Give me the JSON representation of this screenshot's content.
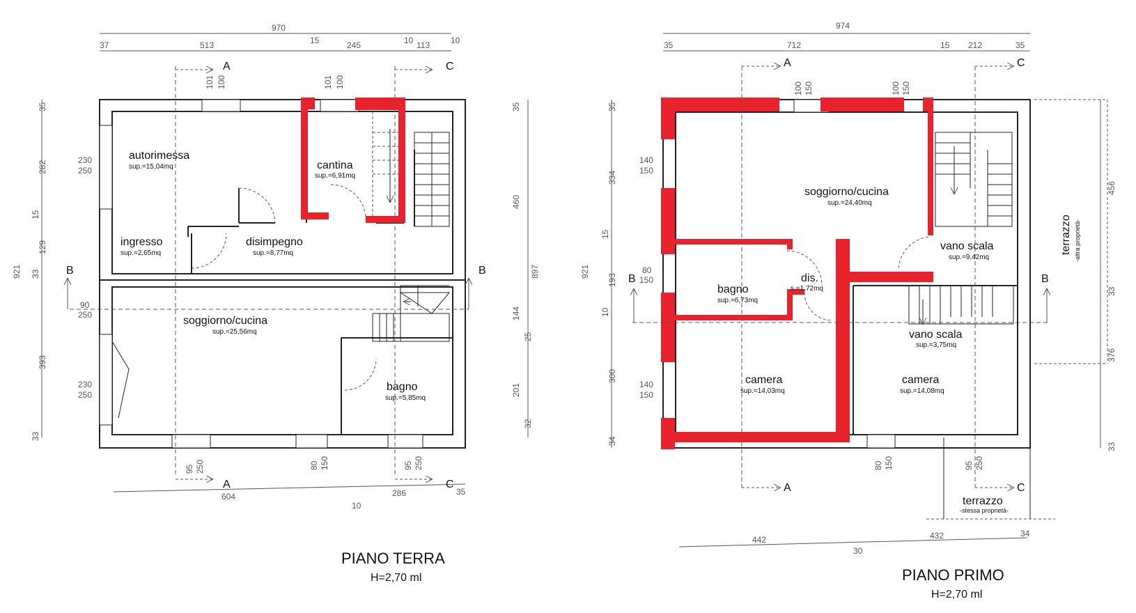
{
  "colors": {
    "wall": "#222222",
    "demolition": "#e8232b",
    "dim": "#555555"
  },
  "ground": {
    "title": "PIANO TERRA",
    "height": "H=2,70 ml",
    "rooms": [
      {
        "name": "autorimessa",
        "area": "sup.=15,04mq"
      },
      {
        "name": "cantina",
        "area": "sup.=6,91mq"
      },
      {
        "name": "ingresso",
        "area": "sup.=2,65mq"
      },
      {
        "name": "disimpegno",
        "area": "sup.=8,77mq"
      },
      {
        "name": "soggiorno/cucina",
        "area": "sup.=25,56mq"
      },
      {
        "name": "bagno",
        "area": "sup.=5,85mq"
      }
    ],
    "dims_top": [
      "970",
      "37",
      "513",
      "15",
      "245",
      "10",
      "113",
      "10"
    ],
    "dims_window": [
      "101",
      "100",
      "101",
      "100"
    ],
    "dims_left": [
      "921",
      "35",
      "282",
      "15",
      "129",
      "33",
      "393",
      "33"
    ],
    "dims_right": [
      "35",
      "460",
      "897",
      "144",
      "25",
      "201",
      "32"
    ],
    "dims_side": [
      "230",
      "250",
      "90",
      "250",
      "230",
      "250"
    ],
    "dims_bottom": [
      "95",
      "250",
      "80",
      "150",
      "95",
      "250",
      "604",
      "286",
      "35",
      "10"
    ],
    "sections": [
      "A",
      "C",
      "B",
      "B",
      "A",
      "C"
    ]
  },
  "first": {
    "title": "PIANO PRIMO",
    "height": "H=2,70 ml",
    "rooms": [
      {
        "name": "soggiorno/cucina",
        "area": "sup.=24,40mq"
      },
      {
        "name": "vano scala",
        "area": "sup.=9,42mq"
      },
      {
        "name": "bagno",
        "area": "sup.=6,73mq"
      },
      {
        "name": "dis.",
        "area": "s.=1,72mq"
      },
      {
        "name": "vano scala",
        "area": "sup.=3,75mq"
      },
      {
        "name": "camera",
        "area": "sup.=14,03mq"
      },
      {
        "name": "camera",
        "area": "sup.=14,08mq"
      }
    ],
    "terrace_other": {
      "name": "terrazzo",
      "note": "-altra proprietà-"
    },
    "terrace_same": {
      "name": "terrazzo",
      "note": "-stessa proprietà-"
    },
    "dims_top": [
      "974",
      "35",
      "712",
      "15",
      "212",
      "35"
    ],
    "dims_window": [
      "100",
      "150",
      "100",
      "150"
    ],
    "dims_left": [
      "921",
      "35",
      "334",
      "15",
      "193",
      "10",
      "300",
      "34"
    ],
    "dims_right": [
      "456",
      "33",
      "376",
      "33"
    ],
    "dims_side": [
      "140",
      "150",
      "80",
      "150",
      "140",
      "150"
    ],
    "dims_bottom": [
      "80",
      "150",
      "95",
      "250",
      "442",
      "432",
      "34",
      "30"
    ],
    "sections": [
      "A",
      "C",
      "B",
      "B",
      "A",
      "C"
    ]
  }
}
